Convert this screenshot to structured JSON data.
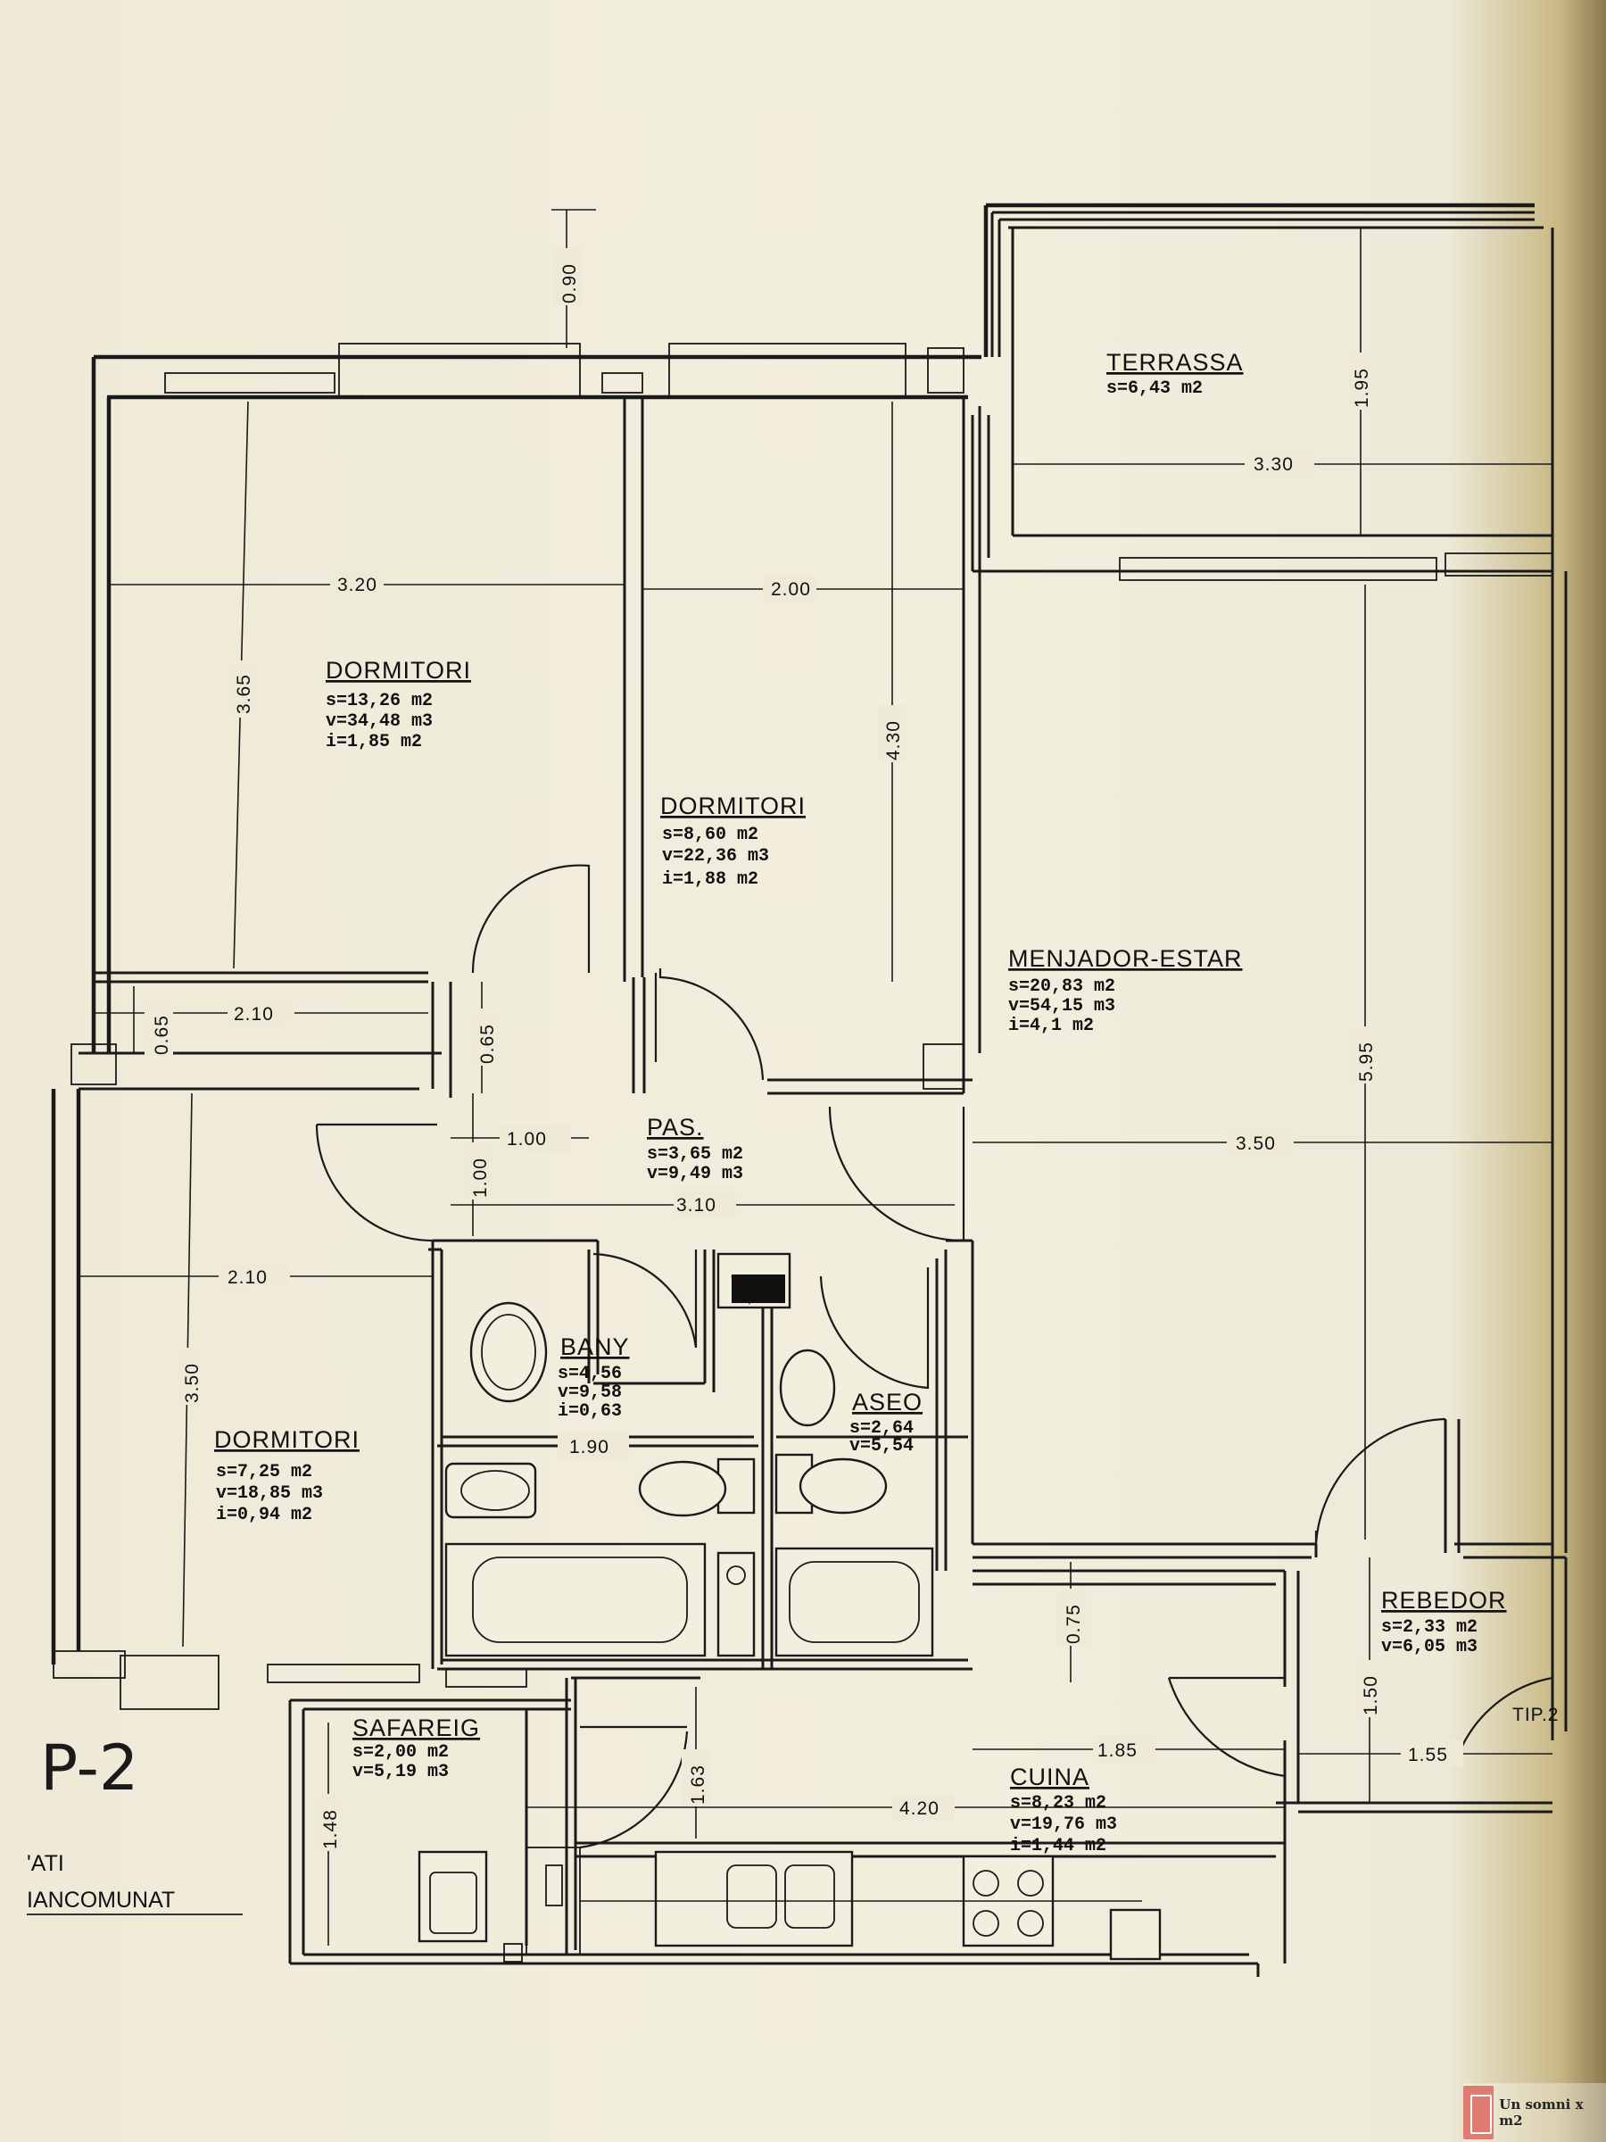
{
  "plan_label": "P-2",
  "type_label": "TIP.2",
  "patio_label": [
    "'ATI",
    "IANCOMUNAT"
  ],
  "rooms": {
    "terrassa": {
      "name": "TERRASSA",
      "lines": [
        "s=6,43 m2"
      ]
    },
    "dormitori1": {
      "name": "DORMITORI",
      "lines": [
        "s=13,26 m2",
        "v=34,48 m3",
        "i=1,85 m2"
      ]
    },
    "dormitori2": {
      "name": "DORMITORI",
      "lines": [
        "s=8,60 m2",
        "v=22,36 m3",
        "i=1,88 m2"
      ]
    },
    "menjador": {
      "name": "MENJADOR-ESTAR",
      "lines": [
        "s=20,83 m2",
        "v=54,15 m3",
        "i=4,1 m2"
      ]
    },
    "pas": {
      "name": "PAS.",
      "lines": [
        "s=3,65 m2",
        "v=9,49 m3"
      ]
    },
    "dormitori3": {
      "name": "DORMITORI",
      "lines": [
        "s=7,25 m2",
        "v=18,85 m3",
        "i=0,94 m2"
      ]
    },
    "bany": {
      "name": "BANY",
      "lines": [
        "s=4,56",
        "v=9,58",
        "i=0,63"
      ]
    },
    "aseo": {
      "name": "ASEO",
      "lines": [
        "s=2,64",
        "v=5,54"
      ]
    },
    "rebedor": {
      "name": "REBEDOR",
      "lines": [
        "s=2,33 m2",
        "v=6,05 m3"
      ]
    },
    "safareig": {
      "name": "SAFAREIG",
      "lines": [
        "s=2,00 m2",
        "v=5,19 m3"
      ]
    },
    "cuina": {
      "name": "CUINA",
      "lines": [
        "s=8,23 m2",
        "v=19,76 m3",
        "i=1,44 m2"
      ]
    }
  },
  "dimensions": {
    "d090": "0.90",
    "d195": "1.95",
    "d330": "3.30",
    "d320": "3.20",
    "d200": "2.00",
    "d365": "3.65",
    "d430": "4.30",
    "d065a": "0.65",
    "d210a": "2.10",
    "d065b": "0.65",
    "d100a": "1.00",
    "d100b": "1.00",
    "d310": "3.10",
    "d350": "3.50",
    "d595": "5.95",
    "d210b": "2.10",
    "d350b": "3.50",
    "d190": "1.90",
    "d075": "0.75",
    "d150": "1.50",
    "d185": "1.85",
    "d155": "1.55",
    "d420": "4.20",
    "d148": "1.48",
    "d163": "1.63"
  },
  "logo": {
    "name": "Un somni x m2"
  },
  "colors": {
    "paper": "#efead8",
    "ink": "#1a1a1a",
    "logo_accent": "#e07b72"
  }
}
